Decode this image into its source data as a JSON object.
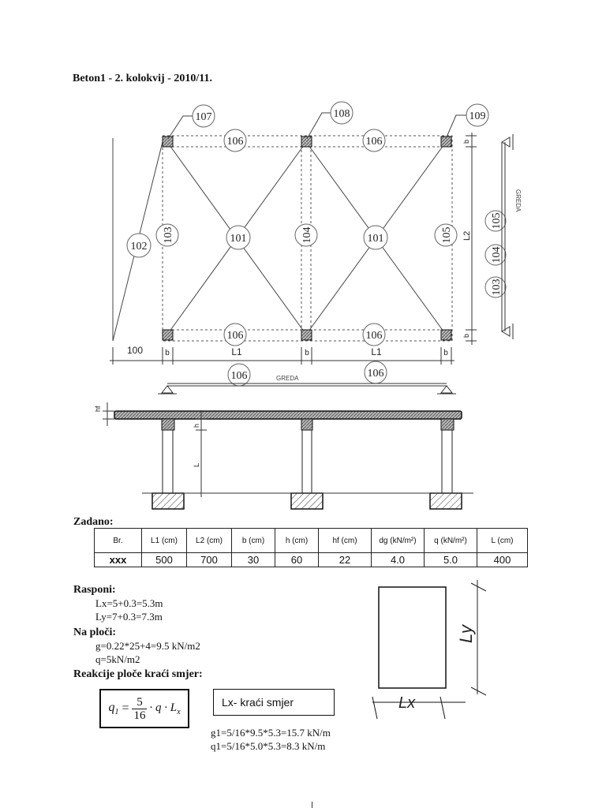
{
  "header": {
    "title": "Beton1 - 2. kolokvij - 2010/11."
  },
  "plan": {
    "labels": {
      "n101": "101",
      "n102": "102",
      "n103": "103",
      "n104": "104",
      "n105": "105",
      "n106": "106",
      "n107": "107",
      "n108": "108",
      "n109": "109"
    },
    "dim_100": "100",
    "dim_b": "b",
    "dim_L1": "L1",
    "dim_L2": "L2",
    "greda": "GREDA"
  },
  "section": {
    "hf": "hf",
    "h": "h",
    "L": "L"
  },
  "given": {
    "title": "Zadano:",
    "headers": [
      "Br.",
      "L1 (cm)",
      "L2 (cm)",
      "b (cm)",
      "h (cm)",
      "hf (cm)",
      "dg (kN/m²)",
      "q (kN/m²)",
      "L (cm)"
    ],
    "values": [
      "xxx",
      "500",
      "700",
      "30",
      "60",
      "22",
      "4.0",
      "5.0",
      "400"
    ]
  },
  "spans": {
    "title": "Rasponi:",
    "lx": "Lx=5+0.3=5.3m",
    "ly": "Ly=7+0.3=7.3m"
  },
  "slab": {
    "title": "Na ploči:",
    "g": "g=0.22*25+4=9.5 kN/m2",
    "q": "q=5kN/m2"
  },
  "reactions": {
    "title": "Reakcije ploče kraći smjer:",
    "formula": {
      "lhs": "q",
      "sub": "1",
      "num": "5",
      "den": "16",
      "rest": "· q · L",
      "rest_sub": "x"
    },
    "note": "Lx- kraći smjer",
    "g1": "g1=5/16*9.5*5.3=15.7 kN/m",
    "q1": "q1=5/16*5.0*5.3=8.3 kN/m"
  },
  "sketch": {
    "ly": "Ly",
    "lx": "Lx"
  }
}
